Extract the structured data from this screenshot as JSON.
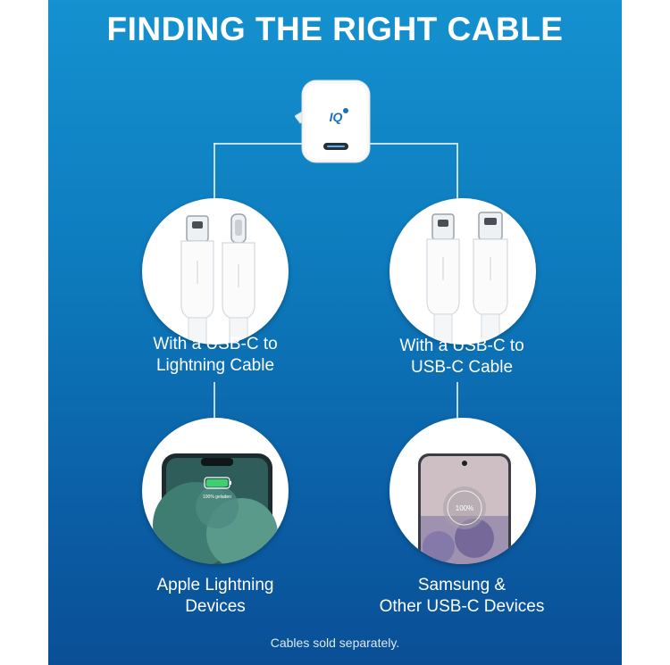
{
  "title": "FINDING THE RIGHT CABLE",
  "charger": {
    "badge": "IQ"
  },
  "options": [
    {
      "caption_line1": "With a USB-C to",
      "caption_line2": "Lightning Cable"
    },
    {
      "caption_line1": "With a USB-C to",
      "caption_line2": "USB-C Cable"
    }
  ],
  "devices": [
    {
      "caption_line1": "Apple Lightning",
      "caption_line2": "Devices",
      "screen_text": "100% geladen"
    },
    {
      "caption_line1": "Samsung &",
      "caption_line2": "Other USB-C Devices",
      "screen_text": "100%"
    }
  ],
  "footnote": "Cables sold separately.",
  "colors": {
    "panel_top": "#1591cf",
    "panel_bottom": "#0a4f96",
    "accent_green": "#3cd16b"
  }
}
